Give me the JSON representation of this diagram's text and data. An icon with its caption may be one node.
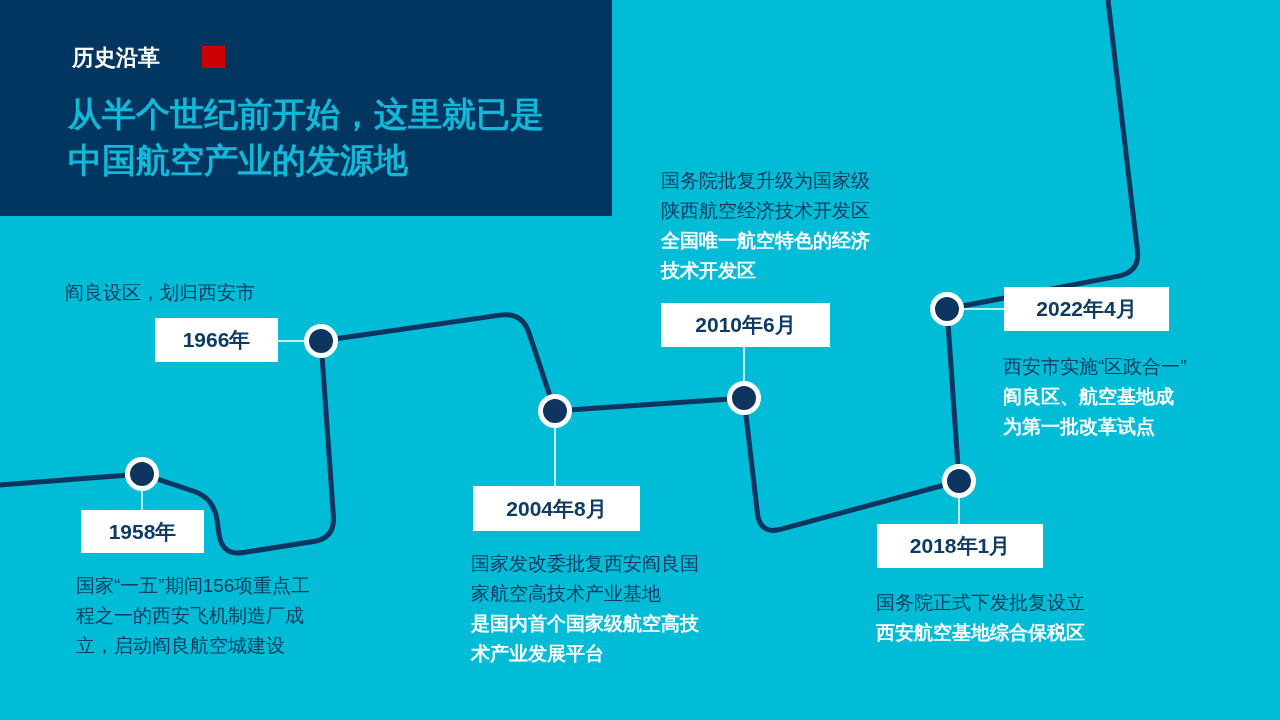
{
  "diagram": {
    "nodes": [
      {
        "text": [
          "历史沿革",
          "从半个世纪前开始，这里就已是中国航空产业的发源地"
        ]
      },
      {
        "text": [],
        "shape": "circle"
      },
      {
        "text": [],
        "shape": "circle"
      },
      {
        "text": [],
        "shape": "circle"
      },
      {
        "text": [],
        "shape": "circle"
      },
      {
        "text": [],
        "shape": "circle"
      },
      {
        "text": [],
        "shape": "circle"
      },
      {
        "text": [
          "1958年"
        ],
        "beside": [
          "国家“一五”期间156项重点工程之一的西安飞机制造厂成立，启动阎良航空城建设"
        ]
      },
      {
        "text": [
          "1966年"
        ],
        "beside": [
          "阎良设区，划归西安市"
        ]
      },
      {
        "text": [
          "2004年8月"
        ],
        "beside": [
          "国家发改委批复西安阎良国家航空高技术产业基地",
          "是国内首个国家级航空高技术产业发展平台"
        ]
      },
      {
        "text": [
          "2010年6月"
        ],
        "beside": [
          "国务院批复升级为国家级陕西航空经济技术开发区",
          "全国唯一航空特色的经济技术开发区"
        ]
      },
      {
        "text": [
          "2018年1月"
        ],
        "beside": [
          "国务院正式下发批复设立",
          "西安航空基地综合保税区"
        ]
      },
      {
        "text": [
          "2022年4月"
        ],
        "beside": [
          "西安市实施“区政合一”",
          "阎良区、航空基地成为第一批改革试点"
        ]
      }
    ],
    "edges": [
      {
        "from": null,
        "to": 1,
        "arrow": "none"
      },
      {
        "from": 1,
        "to": 2,
        "arrow": "none"
      },
      {
        "from": 2,
        "to": 3,
        "arrow": "none"
      },
      {
        "from": 3,
        "to": 4,
        "arrow": "none"
      },
      {
        "from": 4,
        "to": 6,
        "arrow": "none"
      },
      {
        "from": 6,
        "to": 5,
        "arrow": "none"
      },
      {
        "from": 5,
        "to": null,
        "arrow": "none"
      },
      {
        "from": 7,
        "to": 1,
        "arrow": "none",
        "color": "#ffffff"
      },
      {
        "from": 8,
        "to": 2,
        "arrow": "none",
        "color": "#ffffff"
      },
      {
        "from": 9,
        "to": 3,
        "arrow": "none",
        "color": "#ffffff"
      },
      {
        "from": 10,
        "to": 4,
        "arrow": "none",
        "color": "#ffffff"
      },
      {
        "from": 11,
        "to": 6,
        "arrow": "none",
        "color": "#ffffff"
      },
      {
        "from": 12,
        "to": 5,
        "arrow": "none",
        "color": "#ffffff"
      }
    ]
  }
}
